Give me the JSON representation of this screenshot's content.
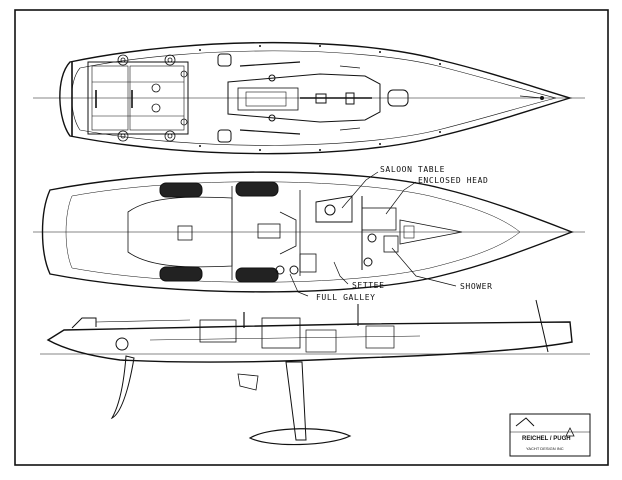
{
  "drawing": {
    "views": [
      "deck-plan",
      "interior-layout",
      "side-profile"
    ],
    "callouts": {
      "saloon_table": "SALOON TABLE",
      "enclosed_head": "ENCLOSED HEAD",
      "shower": "SHOWER",
      "settee": "SETTEE",
      "full_galley": "FULL GALLEY"
    },
    "title_block": {
      "logo_text": "REICHEL / PUGH",
      "subtitle": "YACHT DESIGN INC"
    }
  },
  "colors": {
    "ink": "#111111",
    "paper": "#ffffff"
  }
}
